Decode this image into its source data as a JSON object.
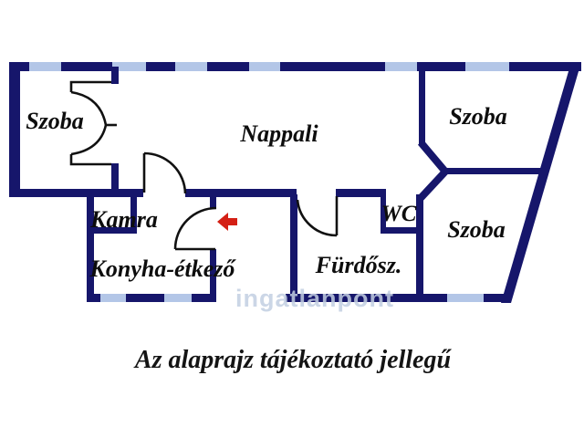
{
  "plan": {
    "rooms": [
      {
        "id": "szoba-left",
        "label": "Szoba"
      },
      {
        "id": "nappali",
        "label": "Nappali"
      },
      {
        "id": "szoba-top-right",
        "label": "Szoba"
      },
      {
        "id": "kamra",
        "label": "Kamra"
      },
      {
        "id": "konyha-etkezo",
        "label": "Konyha-étkező"
      },
      {
        "id": "wc",
        "label": "WC"
      },
      {
        "id": "furdoszoba",
        "label": "Fürdősz."
      },
      {
        "id": "szoba-bottom-right",
        "label": "Szoba"
      }
    ],
    "caption": "Az alaprajz tájékoztató jellegű",
    "watermark": "ingatlanpont",
    "colors": {
      "wall": "#16166b",
      "window": "#b3c6e7",
      "door_line": "#111111",
      "entrance_arrow": "#d42015",
      "label_text": "#0d0d0d",
      "watermark": "#c3cfe2"
    }
  }
}
